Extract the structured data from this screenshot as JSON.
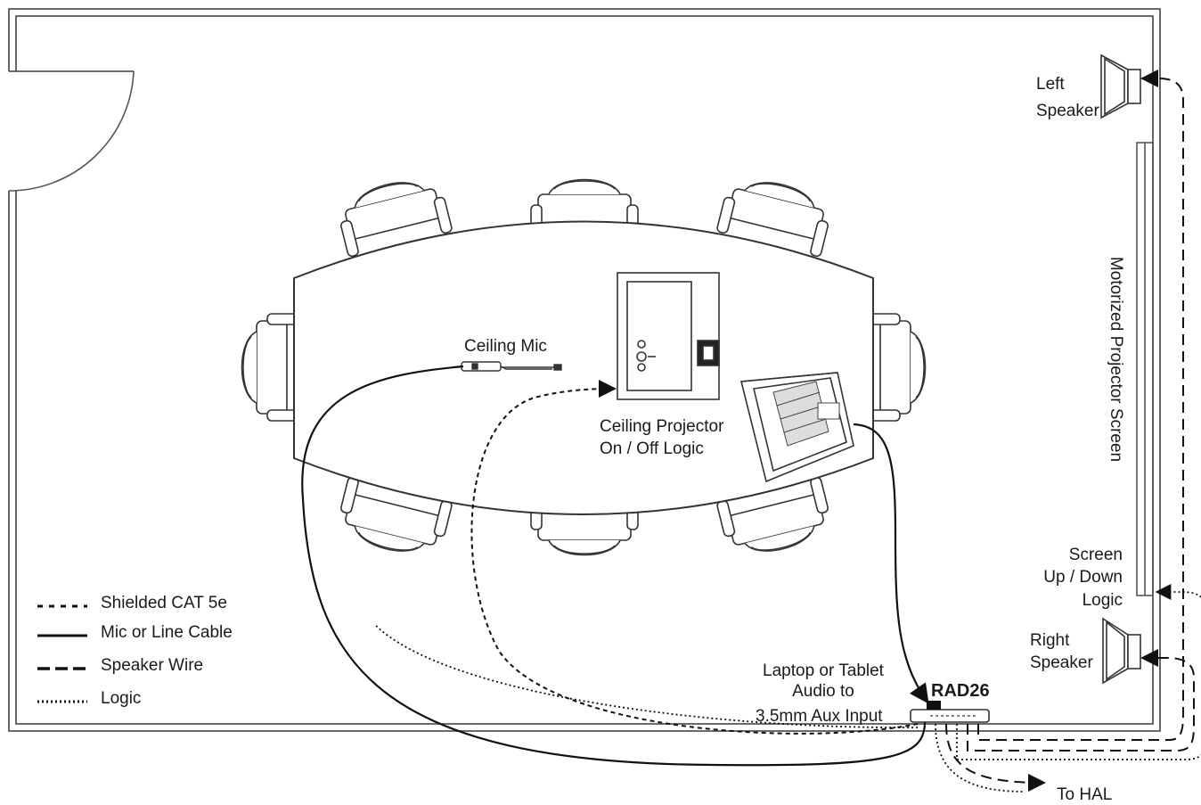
{
  "labels": {
    "ceiling_mic": "Ceiling Mic",
    "ceiling_projector": "Ceiling Projector",
    "projector_logic": "On / Off Logic",
    "left_speaker_1": "Left",
    "left_speaker_2": "Speaker",
    "right_speaker_1": "Right",
    "right_speaker_2": "Speaker",
    "screen_logic_1": "Screen",
    "screen_logic_2": "Up / Down",
    "screen_logic_3": "Logic",
    "motorized_screen": "Motorized Projector Screen",
    "laptop_1": "Laptop or Tablet",
    "laptop_2": "Audio to",
    "laptop_3": "3.5mm Aux Input",
    "rad26": "RAD26",
    "to_hal": "To HAL"
  },
  "legend": [
    {
      "label": "Shielded CAT 5e",
      "style": "dash"
    },
    {
      "label": "Mic or Line Cable",
      "style": "solid"
    },
    {
      "label": "Speaker Wire",
      "style": "longdash"
    },
    {
      "label": "Logic",
      "style": "dotted"
    }
  ]
}
